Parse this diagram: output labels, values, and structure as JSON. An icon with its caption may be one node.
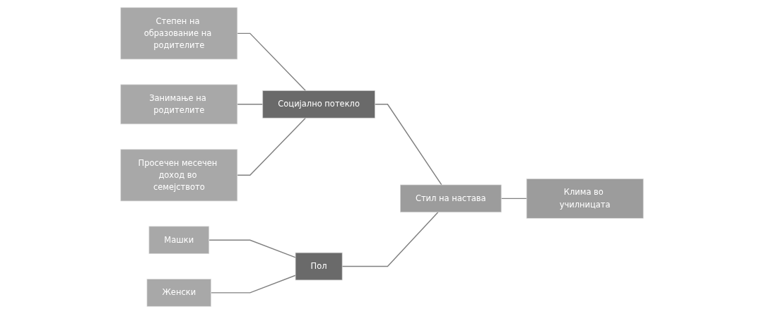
{
  "diagram": {
    "nodes": [
      {
        "text": [
          "Степен на образование на родителите"
        ]
      },
      {
        "text": [
          "Занимање на родителите"
        ]
      },
      {
        "text": [
          "Просечен месечен доход во семејството"
        ]
      },
      {
        "text": [
          "Машки"
        ]
      },
      {
        "text": [
          "Женски"
        ]
      },
      {
        "text": [
          "Социјално потекло"
        ]
      },
      {
        "text": [
          "Пол"
        ]
      },
      {
        "text": [
          "Стил на настава"
        ]
      },
      {
        "text": [
          "Клима во училницата"
        ]
      }
    ],
    "edges": [
      {
        "from": 0,
        "to": 5,
        "arrow": "none"
      },
      {
        "from": 1,
        "to": 5,
        "arrow": "none"
      },
      {
        "from": 2,
        "to": 5,
        "arrow": "none"
      },
      {
        "from": 3,
        "to": 6,
        "arrow": "none"
      },
      {
        "from": 4,
        "to": 6,
        "arrow": "none"
      },
      {
        "from": 5,
        "to": 7,
        "arrow": "none"
      },
      {
        "from": 6,
        "to": 7,
        "arrow": "none"
      },
      {
        "from": 7,
        "to": 8,
        "arrow": "none"
      }
    ]
  }
}
